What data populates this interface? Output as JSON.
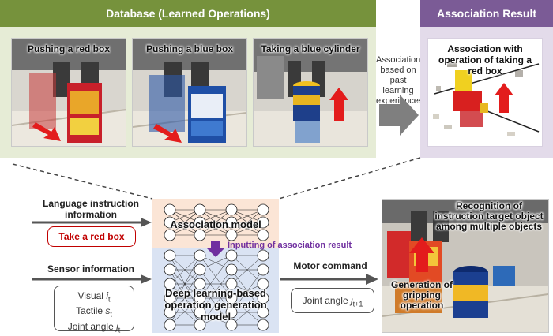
{
  "database": {
    "title": "Database (Learned Operations)",
    "photos": [
      {
        "label": "Pushing a red box"
      },
      {
        "label": "Pushing a blue box"
      },
      {
        "label": "Taking a blue cylinder"
      }
    ]
  },
  "association_text": "Association based on past learning experiences",
  "association_result": {
    "title": "Association  Result",
    "label": "Association  with operation of taking a red box"
  },
  "inputs": {
    "language_title": "Language instruction information",
    "language_value": "Take a red box",
    "sensor_title": "Sensor information",
    "sensor_items": [
      "Visual i_t",
      "Tactile s_t",
      "Joint angle j_t"
    ]
  },
  "model": {
    "association_label": "Association  model",
    "inputting_note": "Inputting of association result",
    "generation_label": "Deep learning-based operation generation model"
  },
  "motor": {
    "title": "Motor command",
    "value": "Joint angle j_{t+1}"
  },
  "result_photo": {
    "recognition_label": "Recognition of instruction target object among multiple objects",
    "generation_label": "Generation of gripping operation"
  },
  "colors": {
    "db_green": "#76923c",
    "result_purple": "#7b5b96",
    "red_arrow": "#e31c1c",
    "purple_arrow": "#7030a0",
    "grey_arrow": "#7f7f7f"
  }
}
